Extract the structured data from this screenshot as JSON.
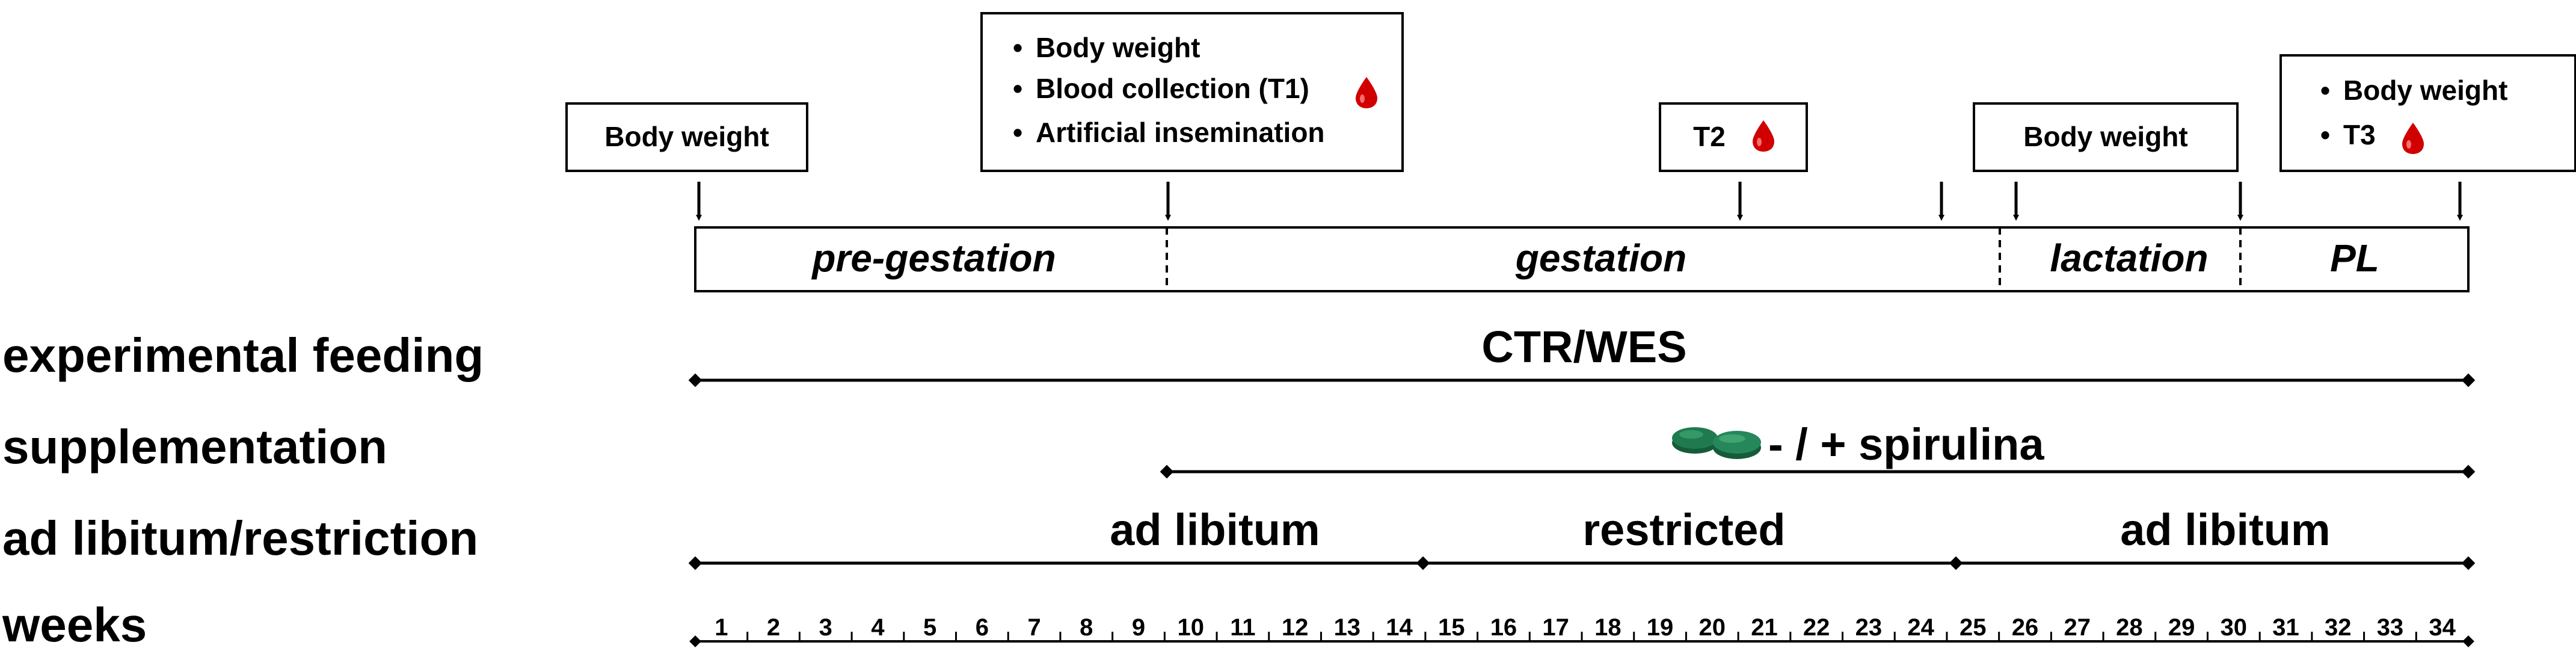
{
  "event_boxes": {
    "start": {
      "lines": [
        "Body weight"
      ]
    },
    "t1": {
      "lines": [
        "Body weight",
        "Blood collection (T1)",
        "Artificial insemination"
      ]
    },
    "t2": {
      "lines": [
        "T2"
      ]
    },
    "lactation_end": {
      "lines": [
        "Body weight"
      ]
    },
    "t3": {
      "lines": [
        "Body weight",
        "T3"
      ]
    }
  },
  "bullet": "•",
  "phases": [
    "pre-gestation",
    "gestation",
    "lactation",
    "PL"
  ],
  "rows": {
    "feeding": {
      "label": "experimental feeding",
      "text": "CTR/WES"
    },
    "supplementation": {
      "label": "supplementation",
      "text": "- / + spirulina"
    },
    "restriction": {
      "label": "ad libitum/restriction",
      "segments": [
        "ad libitum",
        "restricted",
        "ad libitum"
      ]
    },
    "weeks": {
      "label": "weeks",
      "values": [
        1,
        2,
        3,
        4,
        5,
        6,
        7,
        8,
        9,
        10,
        11,
        12,
        13,
        14,
        15,
        16,
        17,
        18,
        19,
        20,
        21,
        22,
        23,
        24,
        25,
        26,
        27,
        28,
        29,
        30,
        31,
        32,
        33,
        34
      ]
    }
  },
  "icons": {
    "blood_drop": "blood-drop-icon",
    "spirulina": "spirulina-tablets-icon"
  },
  "colors": {
    "blood": "#d10000",
    "spirulina": "#1f7a4f"
  }
}
